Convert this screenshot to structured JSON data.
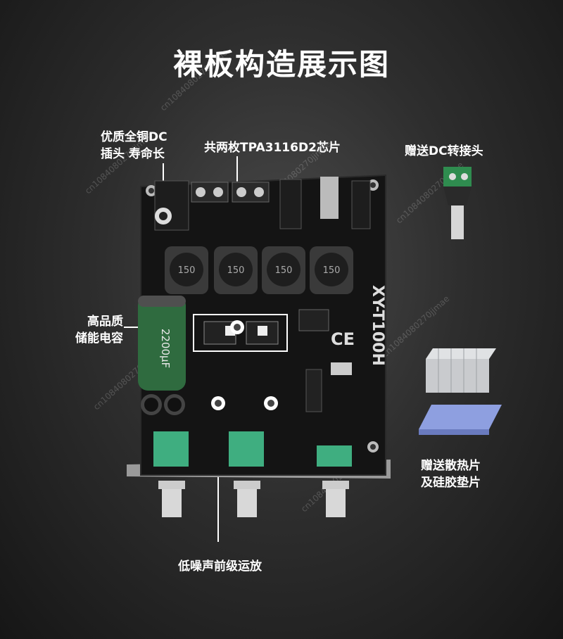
{
  "title": "裸板构造展示图",
  "labels": {
    "dc_socket": [
      "优质全铜DC",
      "插头 寿命长"
    ],
    "chips": "共两枚TPA3116D2芯片",
    "dc_adapter": "赠送DC转接头",
    "capacitor": [
      "高品质",
      "储能电容"
    ],
    "heatsink": [
      "赠送散热片",
      "及硅胶垫片"
    ],
    "opamp": "低噪声前级运放"
  },
  "board": {
    "model": "XY-T100H",
    "inductor_marking": "150",
    "capacitor_marking": "2200μF",
    "ce_mark": "CE"
  },
  "watermark": "cn1084080270jjmae",
  "colors": {
    "pcb": "#111111",
    "capacitor": "#2f6b3f",
    "knob_housing": "#3fae80",
    "heatsink": "#c9cbce",
    "thermal_pad": "#8e9fe0",
    "highlight": "#ffffff"
  }
}
